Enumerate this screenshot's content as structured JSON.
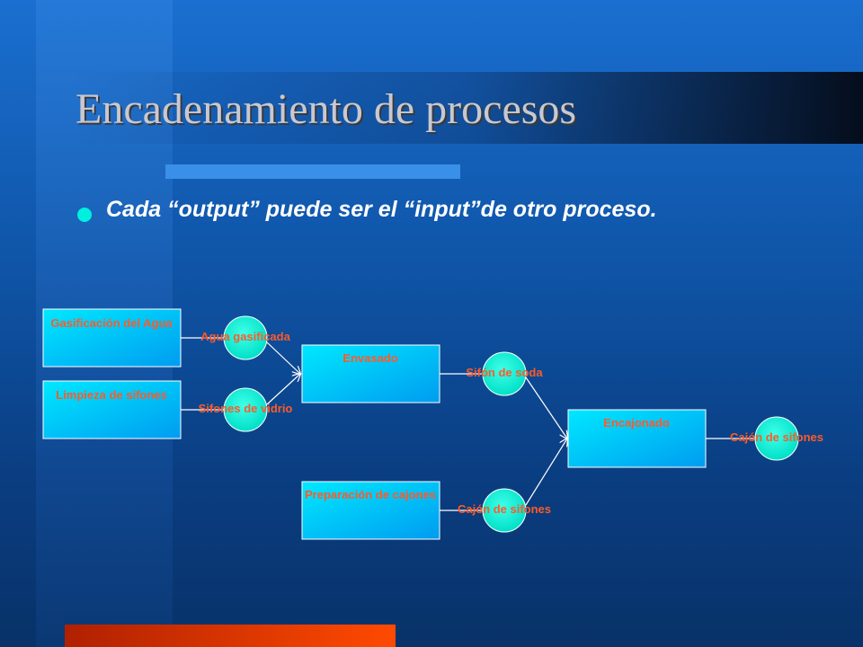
{
  "slide": {
    "title": "Encadenamiento de procesos",
    "bullet": "Cada “output” puede ser el “input”de otro proceso."
  },
  "diagram": {
    "processes": [
      {
        "id": "gasificacion",
        "label": "Gasificación del Agua"
      },
      {
        "id": "limpieza",
        "label": "Limpieza de sifones"
      },
      {
        "id": "envasado",
        "label": "Envasado"
      },
      {
        "id": "preparacion",
        "label": "Preparación de cajones"
      },
      {
        "id": "encajonado",
        "label": "Encajonado"
      }
    ],
    "products": [
      {
        "id": "agua",
        "label": "Agua gasificada"
      },
      {
        "id": "sifones-vidrio",
        "label": "Sifones de vidrio"
      },
      {
        "id": "sifon-soda",
        "label": "Sifón de soda"
      },
      {
        "id": "cajon-1",
        "label": "Cajón de sifones"
      },
      {
        "id": "cajon-2",
        "label": "Cajón de sifones"
      }
    ],
    "colors": {
      "box_fill": "#00d8ff",
      "circle_fill": "#00ffd8",
      "label": "#ff5a28",
      "line": "#ffffff"
    }
  }
}
